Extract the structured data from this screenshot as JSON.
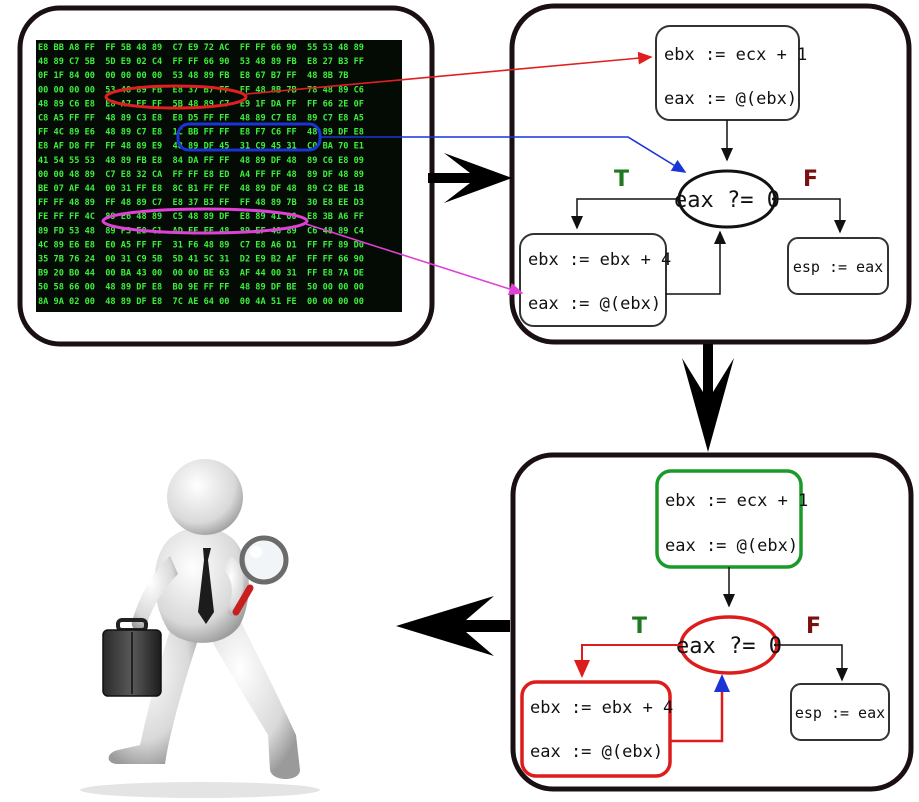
{
  "hex_dump": {
    "rows": [
      "E8 BB A8 FF  FF 5B 48 89  C7 E9 72 AC  FF FF 66 90  55 53 48 89",
      "48 89 C7 5B  5D E9 02 C4  FF FF 66 90  53 48 89 FB  E8 27 B3 FF",
      "0F 1F 84 00  00 00 00 00  53 48 89 FB  E8 67 B7 FF  48 8B 7B",
      "00 00 00 00  53 48 89 FB  E8 37 B7 FF  FF 48 8B 7B  78 48 89 C6",
      "48 89 C6 E8  E8 A7 FF FF  5B 48 89 C7  E9 1F DA FF  FF 66 2E 0F",
      "C8 A5 FF FF  48 89 C3 E8  E8 D5 FF FF  48 89 C7 E8  89 C7 E8 A5",
      "FF 4C 89 E6  48 89 C7 E8  1C BB FF FF  E8 F7 C6 FF  48 89 DF E8",
      "E8 AF D8 FF  FF 48 89 E9  48 89 DF 45  31 C9 45 31  C0 BA 70 E1",
      "41 54 55 53  48 89 FB E8  84 DA FF FF  48 89 DF 48  89 C6 E8 09",
      "00 00 48 89  C7 E8 32 CA  FF FF E8 ED  A4 FF FF 48  89 DF 48 89",
      "BE 07 AF 44  00 31 FF E8  8C B1 FF FF  48 89 DF 48  89 C2 BE 1B",
      "FF FF 48 89  FF 48 89 C7  E8 37 B3 FF  FF 48 89 7B  30 E8 EE D3",
      "FE FF FF 4C  89 E6 48 89  C5 48 89 DF  E8 89 41 00  E8 3B A6 FF",
      "89 FD 53 48  89 F3 E8 C1  AD FF FF 48  89 EF 48 89  C6 48 89 C4",
      "4C 89 E6 E8  E0 A5 FF FF  31 F6 48 89  C7 E8 A6 D1  FF FF 89 D0",
      "35 7B 76 24  00 31 C9 5B  5D 41 5C 31  D2 E9 B2 AF  FF FF 66 90",
      "B9 20 B0 44  00 BA 43 00  00 00 BE 63  AF 44 00 31  FF E8 7A DE",
      "50 58 66 00  48 89 DF E8  B0 9E FF FF  48 89 DF BE  50 00 00 00",
      "8A 9A 02 00  48 89 DF E8  7C AE 64 00  00 4A 51 FE  00 00 00 00"
    ]
  },
  "cfg_top": {
    "block_a": [
      "ebx := ecx + 1",
      "eax := @(ebx)"
    ],
    "condition": "eax ?= 0",
    "true_label": "T",
    "false_label": "F",
    "block_true": [
      "ebx := ebx + 4",
      "eax := @(ebx)"
    ],
    "block_false": "esp := eax"
  },
  "cfg_bottom": {
    "block_a": [
      "ebx := ecx + 1",
      "eax := @(ebx)"
    ],
    "condition": "eax ?= 0",
    "true_label": "T",
    "false_label": "F",
    "block_true": [
      "ebx := ebx + 4",
      "eax := @(ebx)"
    ],
    "block_false": "esp := eax"
  },
  "colors": {
    "frame": "#1a0f12",
    "hex_bg": "#040a04",
    "hex_text": "#3cf03c",
    "highlight_red": "#e02020",
    "highlight_blue": "#1a34d6",
    "highlight_magenta": "#e040d8",
    "true_green": "#1f7a1f",
    "false_darkred": "#7a1010",
    "path_green": "#1a9a2a",
    "path_red": "#dd1c1c"
  },
  "illustration": {
    "subject": "3d-person-with-magnifying-glass-and-briefcase"
  }
}
